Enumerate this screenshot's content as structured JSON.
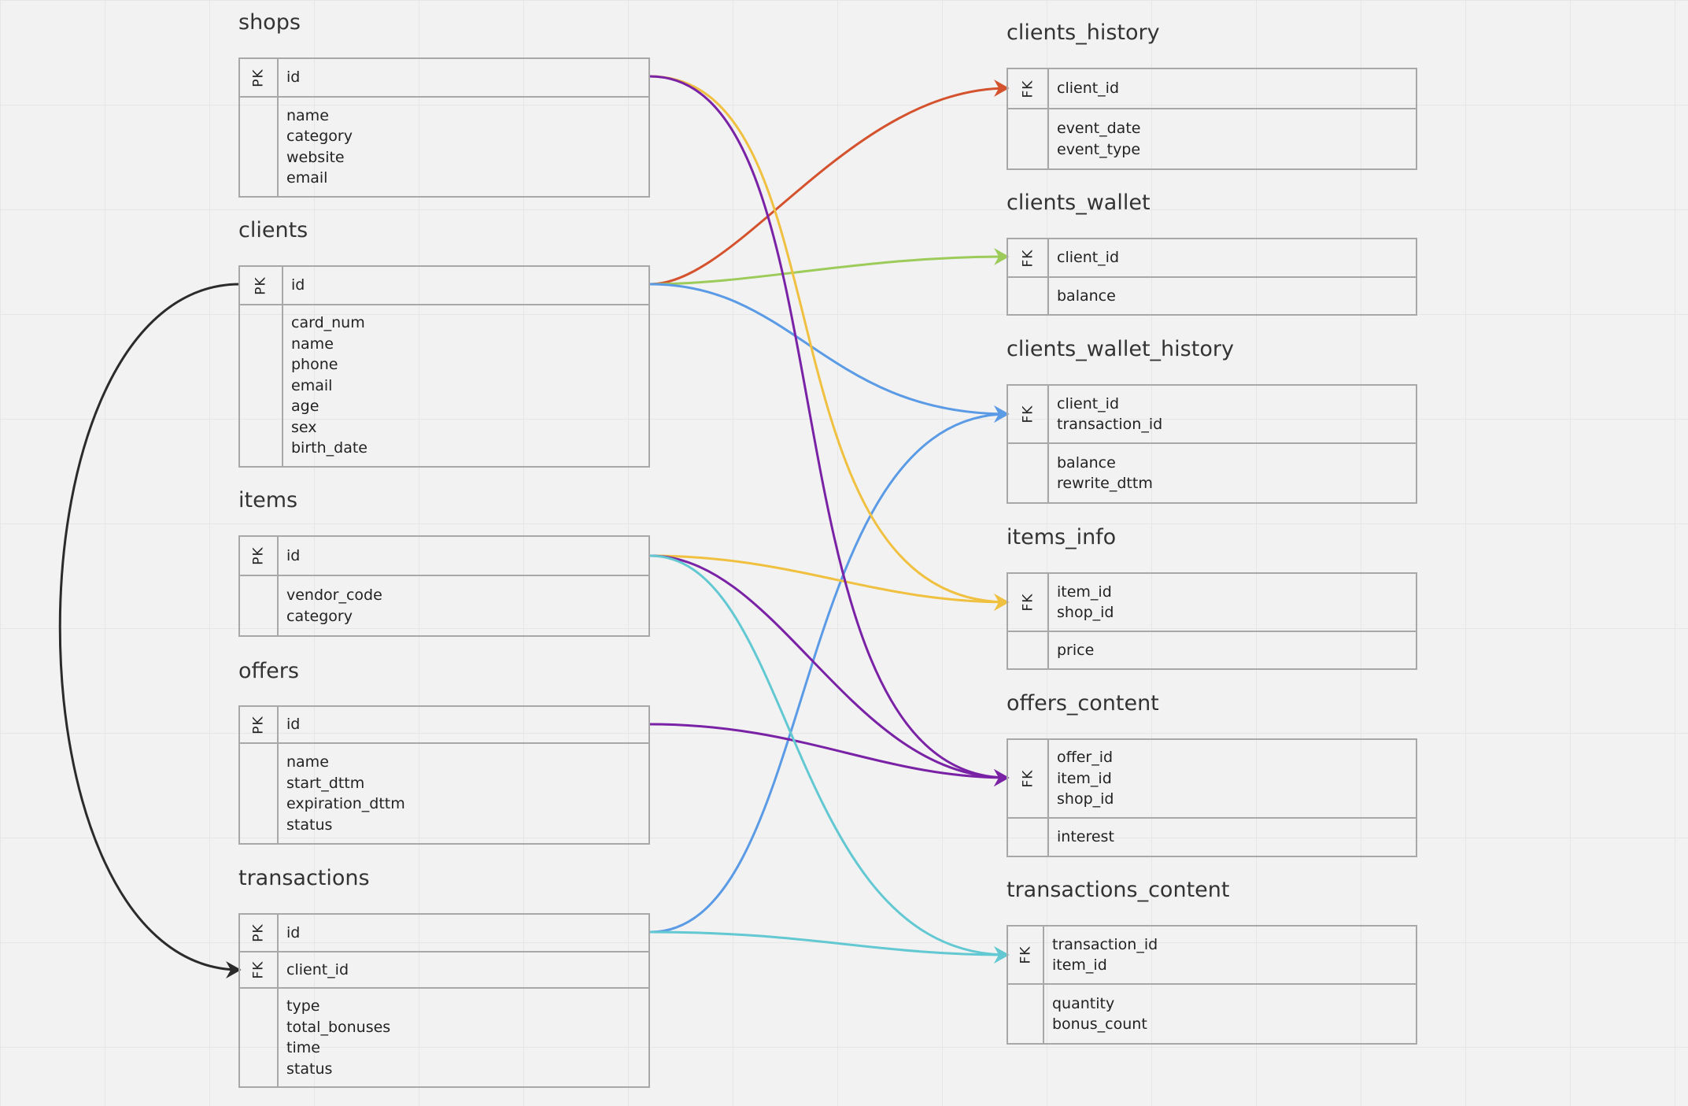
{
  "tables": [
    {
      "id": "shops",
      "title": "shops",
      "rows": [
        {
          "key": "PK",
          "fields": [
            "id"
          ]
        },
        {
          "key": "",
          "fields": [
            "name",
            "category",
            "website",
            "email"
          ]
        }
      ]
    },
    {
      "id": "clients",
      "title": "clients",
      "rows": [
        {
          "key": "PK",
          "fields": [
            "id"
          ]
        },
        {
          "key": "",
          "fields": [
            "card_num",
            "name",
            "phone",
            "email",
            "age",
            "sex",
            "birth_date"
          ]
        }
      ]
    },
    {
      "id": "items",
      "title": "items",
      "rows": [
        {
          "key": "PK",
          "fields": [
            "id"
          ]
        },
        {
          "key": "",
          "fields": [
            "vendor_code",
            "category"
          ]
        }
      ]
    },
    {
      "id": "offers",
      "title": "offers",
      "rows": [
        {
          "key": "PK",
          "fields": [
            "id"
          ]
        },
        {
          "key": "",
          "fields": [
            "name",
            "start_dttm",
            "expiration_dttm",
            "status"
          ]
        }
      ]
    },
    {
      "id": "transactions",
      "title": "transactions",
      "rows": [
        {
          "key": "PK",
          "fields": [
            "id"
          ]
        },
        {
          "key": "FK",
          "fields": [
            "client_id"
          ]
        },
        {
          "key": "",
          "fields": [
            "type",
            "total_bonuses",
            "time",
            "status"
          ]
        }
      ]
    },
    {
      "id": "clients_history",
      "title": "clients_history",
      "rows": [
        {
          "key": "FK",
          "fields": [
            "client_id"
          ]
        },
        {
          "key": "",
          "fields": [
            "event_date",
            "event_type"
          ]
        }
      ]
    },
    {
      "id": "clients_wallet",
      "title": "clients_wallet",
      "rows": [
        {
          "key": "FK",
          "fields": [
            "client_id"
          ]
        },
        {
          "key": "",
          "fields": [
            "balance"
          ]
        }
      ]
    },
    {
      "id": "clients_wallet_history",
      "title": "clients_wallet_history",
      "rows": [
        {
          "key": "FK",
          "fields": [
            "client_id",
            "transaction_id"
          ]
        },
        {
          "key": "",
          "fields": [
            "balance",
            "rewrite_dttm"
          ]
        }
      ]
    },
    {
      "id": "items_info",
      "title": "items_info",
      "rows": [
        {
          "key": "FK",
          "fields": [
            "item_id",
            "shop_id"
          ]
        },
        {
          "key": "",
          "fields": [
            "price"
          ]
        }
      ]
    },
    {
      "id": "offers_content",
      "title": "offers_content",
      "rows": [
        {
          "key": "FK",
          "fields": [
            "offer_id",
            "item_id",
            "shop_id"
          ]
        },
        {
          "key": "",
          "fields": [
            "interest"
          ]
        }
      ]
    },
    {
      "id": "transactions_content",
      "title": "transactions_content",
      "rows": [
        {
          "key": "FK",
          "fields": [
            "transaction_id",
            "item_id"
          ]
        },
        {
          "key": "",
          "fields": [
            "quantity",
            "bonus_count"
          ]
        }
      ]
    }
  ],
  "relations": [
    {
      "from": "clients.id",
      "to": "clients_history.client_id",
      "color": "#d4532e"
    },
    {
      "from": "clients.id",
      "to": "clients_wallet.client_id",
      "color": "#9ccb5a"
    },
    {
      "from": "clients.id",
      "to": "clients_wallet_history.client_id",
      "color": "#5b9be6"
    },
    {
      "from": "transactions.id",
      "to": "clients_wallet_history.transaction_id",
      "color": "#5b9be6"
    },
    {
      "from": "shops.id",
      "to": "items_info.shop_id",
      "color": "#f0c040"
    },
    {
      "from": "items.id",
      "to": "items_info.item_id",
      "color": "#f0c040"
    },
    {
      "from": "shops.id",
      "to": "offers_content.shop_id",
      "color": "#7a22a6"
    },
    {
      "from": "items.id",
      "to": "offers_content.item_id",
      "color": "#7a22a6"
    },
    {
      "from": "offers.id",
      "to": "offers_content.offer_id",
      "color": "#7a22a6"
    },
    {
      "from": "items.id",
      "to": "transactions_content.item_id",
      "color": "#62c8d2"
    },
    {
      "from": "transactions.id",
      "to": "transactions_content.transaction_id",
      "color": "#62c8d2"
    },
    {
      "from": "clients.id",
      "to": "transactions.client_id",
      "color": "#2b2b2b"
    }
  ]
}
